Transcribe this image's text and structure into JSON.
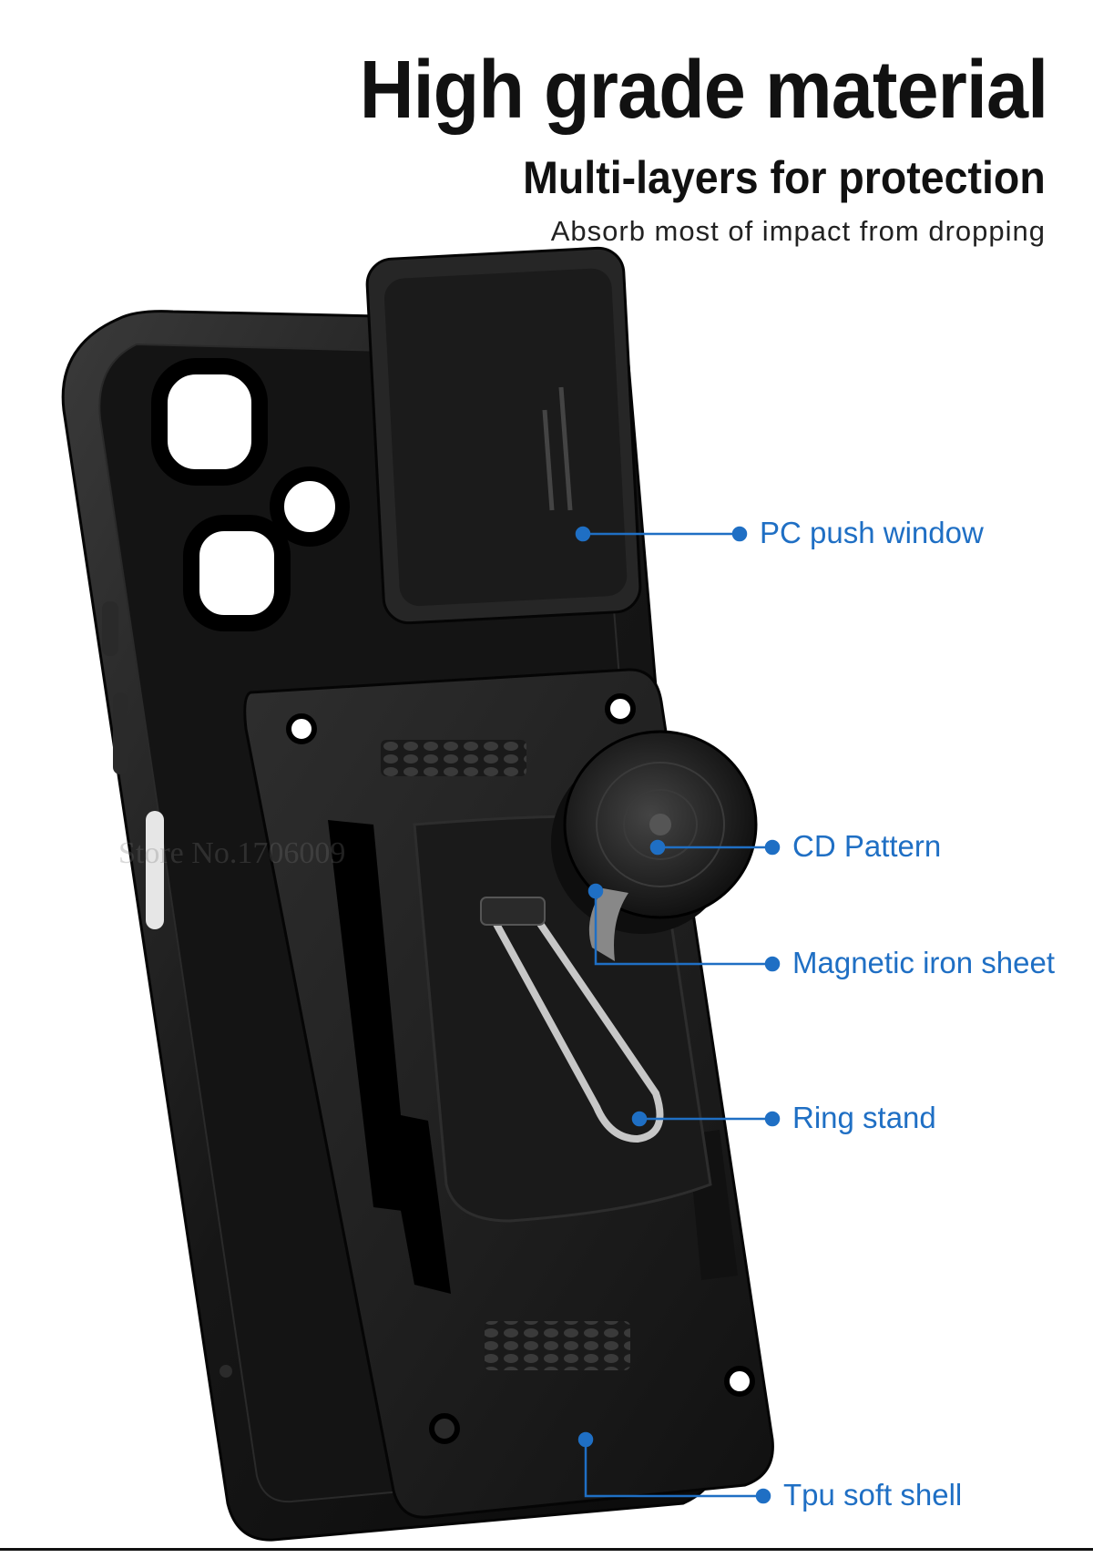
{
  "header": {
    "title": "High grade material",
    "subtitle": "Multi-layers for protection",
    "tagline": "Absorb most of impact from dropping"
  },
  "watermark": "Store No.1706009",
  "callouts": [
    {
      "label": "PC push window"
    },
    {
      "label": "CD Pattern"
    },
    {
      "label": "Magnetic iron sheet"
    },
    {
      "label": "Ring stand"
    },
    {
      "label": "Tpu soft shell"
    }
  ],
  "colors": {
    "callout_accent": "#1f6fc4",
    "case_body": "#1c1c1c",
    "ring": "#bfbfbf"
  }
}
